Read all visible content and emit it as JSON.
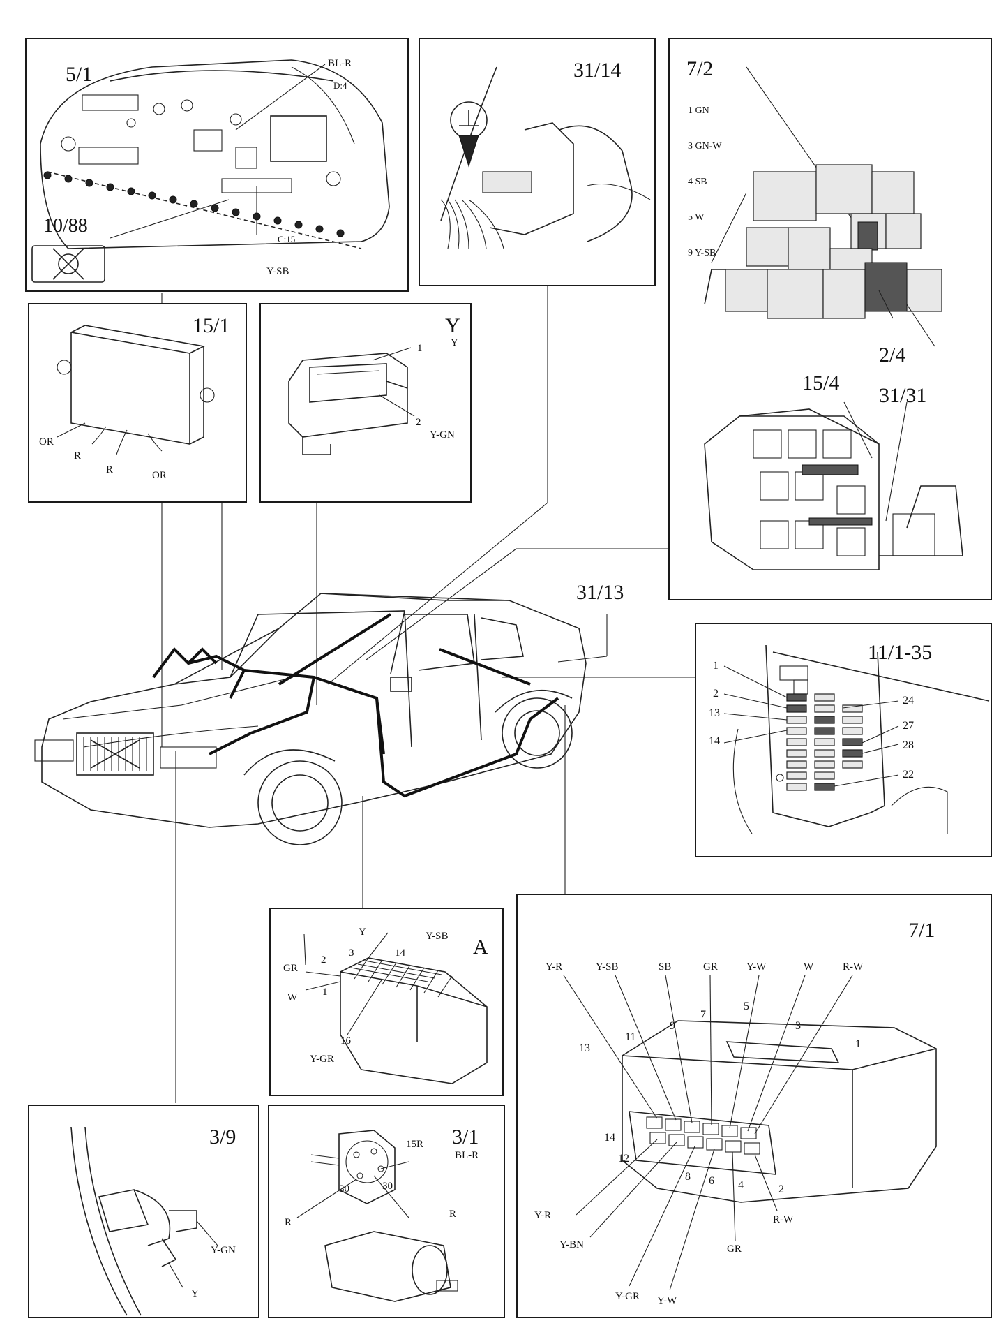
{
  "panels": {
    "p5_1": {
      "title": "5/1",
      "labels": {
        "bl_r": "BL-R",
        "d4": "D:4",
        "c15": "C:15",
        "y_sb": "Y-SB",
        "ref": "10/88"
      }
    },
    "p31_14": {
      "title": "31/14"
    },
    "p7_2": {
      "title": "7/2",
      "wires": [
        "1 GN",
        "3 GN-W",
        "4 SB",
        "5 W",
        "9 Y-SB"
      ],
      "labels": {
        "r24": "2/4",
        "r154": "15/4",
        "r3131": "31/31"
      }
    },
    "p15_1": {
      "title": "15/1",
      "labels": {
        "or1": "OR",
        "r1": "R",
        "r2": "R",
        "or2": "OR"
      }
    },
    "pY": {
      "title": "Y",
      "labels": {
        "n1": "1",
        "y": "Y",
        "n2": "2",
        "ygn": "Y-GN"
      }
    },
    "car": {
      "label": "31/13"
    },
    "p11_1": {
      "title": "11/1-35",
      "labels": {
        "n1": "1",
        "n2": "2",
        "n13": "13",
        "n14": "14",
        "n24": "24",
        "n27": "27",
        "n28": "28",
        "n22": "22"
      }
    },
    "pA": {
      "title": "A",
      "labels": {
        "y": "Y",
        "ysb": "Y-SB",
        "n3": "3",
        "n14": "14",
        "gr": "GR",
        "n2": "2",
        "w": "W",
        "n1": "1",
        "n16": "16",
        "ygr": "Y-GR"
      }
    },
    "p7_1": {
      "title": "7/1",
      "top_labels": [
        "Y-R",
        "Y-SB",
        "SB",
        "GR",
        "Y-W",
        "W",
        "R-W"
      ],
      "nums": {
        "n13": "13",
        "n11": "11",
        "n9": "9",
        "n7": "7",
        "n5": "5",
        "n3": "3",
        "n1": "1",
        "n14": "14",
        "n12": "12",
        "n8": "8",
        "n6": "6",
        "n4": "4",
        "n2": "2"
      },
      "bottom_labels": {
        "yr": "Y-R",
        "ybn": "Y-BN",
        "ygr": "Y-GR",
        "yw": "Y-W",
        "gr": "GR",
        "rw": "R-W"
      }
    },
    "p3_9": {
      "title": "3/9",
      "labels": {
        "ygn": "Y-GN",
        "y": "Y"
      }
    },
    "p3_1": {
      "title": "3/1",
      "labels": {
        "r15": "15R",
        "blr": "BL-R",
        "n30a": "30",
        "n30b": "30",
        "r1": "R",
        "r2": "R"
      }
    }
  }
}
